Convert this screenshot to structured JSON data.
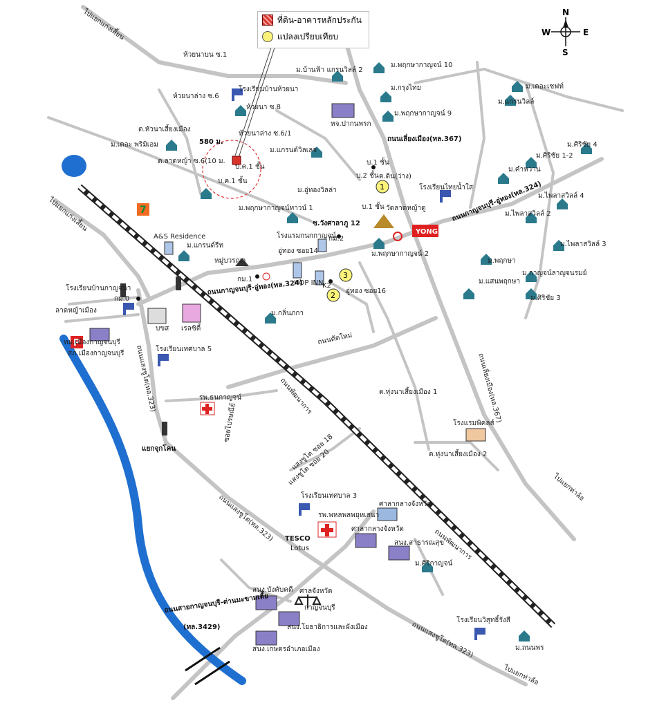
{
  "legend": {
    "collateral": "ที่ดิน-อาคารหลักประกัน",
    "comparables": "แปลงเปรียบเทียบ"
  },
  "compass": {
    "n": "N",
    "s": "S",
    "e": "E",
    "w": "W"
  },
  "colors": {
    "road": "#c4c4c4",
    "river": "#1f6fd0",
    "marker": "#fbf27a",
    "collateral": "#d8332b",
    "rail": "#222222"
  },
  "map_labels": [
    {
      "id": "t1",
      "text": "ไปแยกแก่งเสี้ยน",
      "bold": false
    },
    {
      "id": "t2",
      "text": "ห้วยนาบน ซ.1",
      "bold": false
    },
    {
      "id": "t3",
      "text": "ห้วยนาล่าง ซ.6",
      "bold": false
    },
    {
      "id": "t4",
      "text": "ต.หัวนาเสี้ยงเมือง",
      "bold": false
    },
    {
      "id": "t5",
      "text": "ม.เดอะ พริมิเอม",
      "bold": false
    },
    {
      "id": "t6",
      "text": "ต.ลาดหญ้า ซ.6(10 ม.",
      "bold": false
    },
    {
      "id": "t7",
      "text": "580 ม.",
      "bold": true
    },
    {
      "id": "t8",
      "text": "บ.ค.1 ชั้น",
      "bold": false
    },
    {
      "id": "t9",
      "text": "บ.ค.1 ชั้น",
      "bold": false
    },
    {
      "id": "t10",
      "text": "ห้วยนาล่าง ซ.6/1",
      "bold": false
    },
    {
      "id": "t11",
      "text": "โรงเรียนบ้านห้วยนา",
      "bold": false
    },
    {
      "id": "t12",
      "text": "ห้วยนา ซ.8",
      "bold": false
    },
    {
      "id": "t13",
      "text": "ม.บ้านฟ้า แกรนวิลล์ 2",
      "bold": false
    },
    {
      "id": "t14",
      "text": "ม.พฤกษากาญจน์ 10",
      "bold": false
    },
    {
      "id": "t15",
      "text": "ม.กรุงไทย",
      "bold": false
    },
    {
      "id": "t16",
      "text": "ม.พฤกษากาญจน์ 9",
      "bold": false
    },
    {
      "id": "t17",
      "text": "ม.เดอะเชฟท์",
      "bold": false
    },
    {
      "id": "t18",
      "text": "ม.แกรนวิลล์",
      "bold": false
    },
    {
      "id": "t19",
      "text": "หจ.ปากนพรก",
      "bold": false
    },
    {
      "id": "t20",
      "text": "ถนนเลี่ยงเมือง(ทล.367)",
      "bold": true
    },
    {
      "id": "t21",
      "text": "ม.แกรนด์วิลเลจ",
      "bold": false
    },
    {
      "id": "t22",
      "text": "ม.ศิริชัย 4",
      "bold": false
    },
    {
      "id": "t23",
      "text": "ม.ศิริชัย 1-2",
      "bold": false
    },
    {
      "id": "t24",
      "text": "ม.คำหวาน",
      "bold": false
    },
    {
      "id": "t25",
      "text": "บ.1 ชั้น",
      "bold": false
    },
    {
      "id": "t26",
      "text": "บ.2 ชั้น",
      "bold": false
    },
    {
      "id": "t27",
      "text": "ต.ดิน(ว่าง)",
      "bold": false
    },
    {
      "id": "t28",
      "text": "โรงเรียนไทยน้ำใส",
      "bold": false
    },
    {
      "id": "t29",
      "text": "ถนนกาญจนบุรี-อู่ทอง(ทล.324)",
      "bold": true
    },
    {
      "id": "t30",
      "text": "ม.อู่ทองวิลล่า",
      "bold": false
    },
    {
      "id": "t31",
      "text": "บ.1 ชั้น",
      "bold": false
    },
    {
      "id": "t32",
      "text": "วัดลาดหญ้าดู",
      "bold": false
    },
    {
      "id": "t33",
      "text": "ม.ไพลาสวิลล์ 4",
      "bold": false
    },
    {
      "id": "t34",
      "text": "ม.ไพลาสวิลล์ 2",
      "bold": false
    },
    {
      "id": "t35",
      "text": "ม.พฤกษากาญจน์ทาวน์ 1",
      "bold": false
    },
    {
      "id": "t36",
      "text": "A&S Residence",
      "bold": false
    },
    {
      "id": "t37",
      "text": "ซ.วังศาลาภู 12",
      "bold": true
    },
    {
      "id": "t38",
      "text": "โรงแรมกนกกาญจน์",
      "bold": false
    },
    {
      "id": "t39",
      "text": "กม.2",
      "bold": false
    },
    {
      "id": "t40",
      "text": "ม.ไพลาสวิลล์ 3",
      "bold": false
    },
    {
      "id": "t41",
      "text": "ม.แกรนด์รีท",
      "bold": false
    },
    {
      "id": "t42",
      "text": "อู่ทอง ซอย14",
      "bold": false
    },
    {
      "id": "t43",
      "text": "หมู่บวรณา",
      "bold": false
    },
    {
      "id": "t44",
      "text": "ม.พฤกษากาญจน์ 2",
      "bold": false
    },
    {
      "id": "t45",
      "text": "ม.พฤกษา",
      "bold": false
    },
    {
      "id": "t46",
      "text": "ม.กาญจน์ลาญจนรมย์",
      "bold": false
    },
    {
      "id": "t47",
      "text": "โรงเรียนบ้านกาญจนา",
      "bold": false
    },
    {
      "id": "t48",
      "text": "กม.1",
      "bold": false
    },
    {
      "id": "t49",
      "text": "HOP INN",
      "bold": false
    },
    {
      "id": "t50",
      "text": "K2",
      "bold": false
    },
    {
      "id": "t51",
      "text": "ม.แสนพฤกษา",
      "bold": false
    },
    {
      "id": "t52",
      "text": "ม.ศิริชัย 3",
      "bold": false
    },
    {
      "id": "t53",
      "text": "กม.0",
      "bold": false
    },
    {
      "id": "t54",
      "text": "อู่ทอง ซอย16",
      "bold": false
    },
    {
      "id": "t55",
      "text": "ถนนกาญจนบุรี-อู่ทอง(ทล.324)",
      "bold": true
    },
    {
      "id": "t56",
      "text": "ไปแยกแก่งเสี้ยน",
      "bold": false
    },
    {
      "id": "t57",
      "text": "ลาดหญ้าเมือง",
      "bold": false
    },
    {
      "id": "t58",
      "text": "บขส",
      "bold": false
    },
    {
      "id": "t59",
      "text": "เรลซิตี้",
      "bold": false
    },
    {
      "id": "t60",
      "text": "ม.กลิ่นภกา",
      "bold": false
    },
    {
      "id": "t61",
      "text": "ทม.เมืองกาญจนบุรี",
      "bold": false
    },
    {
      "id": "t62",
      "text": "สภ.เมืองกาญจนบุรี",
      "bold": false
    },
    {
      "id": "t63",
      "text": "ถนนตัดใหม่",
      "bold": false
    },
    {
      "id": "t64",
      "text": "โรงเรียนเทศบาล 5",
      "bold": false
    },
    {
      "id": "t65",
      "text": "ถนนแสงชูโต(ทล.323)",
      "bold": false
    },
    {
      "id": "t66",
      "text": "ถนนเลี่ยงเมือง(ทล.367)",
      "bold": false
    },
    {
      "id": "t67",
      "text": "ต.ทุ่งนาเสี้ยงเมือง 1",
      "bold": false
    },
    {
      "id": "t68",
      "text": "ถนนพัฒนาการ",
      "bold": false
    },
    {
      "id": "t69",
      "text": "รพ.ธนกาญจน์",
      "bold": false
    },
    {
      "id": "t70",
      "text": "ซอยไปรษณีย์",
      "bold": false
    },
    {
      "id": "t71",
      "text": "แยกจุกโคน",
      "bold": true
    },
    {
      "id": "t72",
      "text": "โรงแรมพิคลส์",
      "bold": false
    },
    {
      "id": "t73",
      "text": "ต.ทุ่งนาเสี้ยงเมือง 2",
      "bold": false
    },
    {
      "id": "t74",
      "text": "ไปแยกท่าล้อ",
      "bold": false
    },
    {
      "id": "t75",
      "text": "แสงชูโต ซอย 20",
      "bold": false
    },
    {
      "id": "t76",
      "text": "แสงชูโต ซอย 18",
      "bold": false
    },
    {
      "id": "t77",
      "text": "โรงเรียนเทศบาล 3",
      "bold": false
    },
    {
      "id": "t78",
      "text": "รพ.พหลพลพยุหเสนา",
      "bold": false
    },
    {
      "id": "t79",
      "text": "ศาลากลางจังหวัด",
      "bold": false
    },
    {
      "id": "t80",
      "text": "ศาลากลางจังหวัด",
      "bold": false
    },
    {
      "id": "t81",
      "text": "ถนนแสงชูโต(ทล.323)",
      "bold": false
    },
    {
      "id": "t82",
      "text": "ถนนพัฒนาการ",
      "bold": false
    },
    {
      "id": "t83",
      "text": "TESCO",
      "bold": true
    },
    {
      "id": "t84",
      "text": "Lotus",
      "bold": false
    },
    {
      "id": "t85",
      "text": "สนง.สาธารณสุข",
      "bold": false
    },
    {
      "id": "t86",
      "text": "ม.ศิริกาญจน์",
      "bold": false
    },
    {
      "id": "t87",
      "text": "สนง.บังคับคดี",
      "bold": false
    },
    {
      "id": "t88",
      "text": "ศาลจังหวัด",
      "bold": false
    },
    {
      "id": "t89",
      "text": "กาญจนบุรี",
      "bold": false
    },
    {
      "id": "t90",
      "text": "ถนนสายกาญจนบุรี-ด่านมะขามเตี้ย",
      "bold": true
    },
    {
      "id": "t91",
      "text": "(ทล.3429)",
      "bold": true
    },
    {
      "id": "t92",
      "text": "สนง.โยธาธิการและผังเมือง",
      "bold": false
    },
    {
      "id": "t93",
      "text": "สนง.เกษตรอำเภอเมือง",
      "bold": false
    },
    {
      "id": "t94",
      "text": "ถนนแสงชูโต(ทล.323)",
      "bold": false
    },
    {
      "id": "t95",
      "text": "โรงเรียนวิสุทธิ์รังสี",
      "bold": false
    },
    {
      "id": "t96",
      "text": "ม.ถนนพร",
      "bold": false
    },
    {
      "id": "t97",
      "text": "ไปแยกท่าล้อ",
      "bold": false
    }
  ],
  "markers": [
    {
      "id": "m1",
      "num": "1"
    },
    {
      "id": "m2",
      "num": "2"
    },
    {
      "id": "m3",
      "num": "3"
    }
  ],
  "brands": {
    "yong": "YONG",
    "tesco": "TESCO",
    "seven": "7"
  }
}
